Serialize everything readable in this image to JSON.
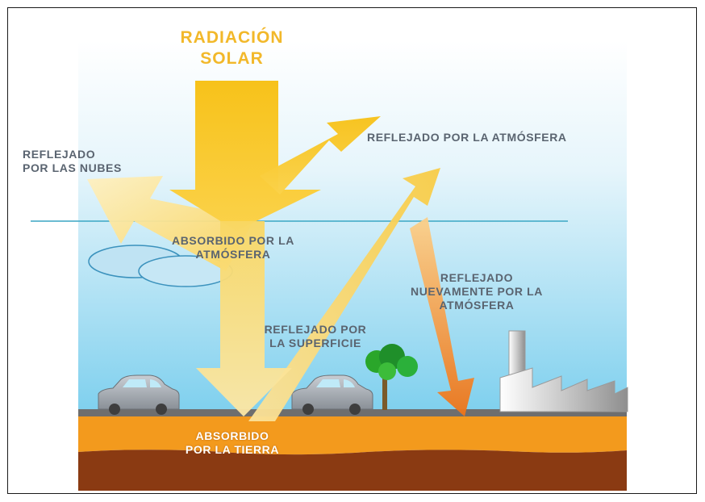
{
  "labels": {
    "solar_radiation": [
      "RADIACIÓN",
      "SOLAR"
    ],
    "reflected_by_atmosphere": "REFLEJADO POR LA ATMÓSFERA",
    "reflected_by_clouds": [
      "REFLEJADO",
      "POR LAS NUBES"
    ],
    "absorbed_by_atmosphere": [
      "ABSORBIDO POR LA",
      "ATMÓSFERA"
    ],
    "reflected_again_by_atmosphere": [
      "REFLEJADO",
      "NUEVAMENTE POR LA",
      "ATMÓSFERA"
    ],
    "reflected_by_surface": [
      "REFLEJADO POR",
      "LA SUPERFICIE"
    ],
    "absorbed_by_earth": [
      "ABSORBIDO",
      "POR LA TIERRA"
    ]
  },
  "colors": {
    "sky_top": "#ffffff",
    "sky_bottom": "#7fd0ee",
    "atmosphere_line": "#3aa6c4",
    "ground_orange": "#f39a1d",
    "soil_brown": "#8a3a12",
    "road": "#6e6e6e",
    "arrow_yellow": "#f8c21a",
    "arrow_pale": "#fbe49a",
    "arrow_orange": "#f07a20",
    "label_dark": "#5a6470",
    "title": "#f2b82a"
  }
}
